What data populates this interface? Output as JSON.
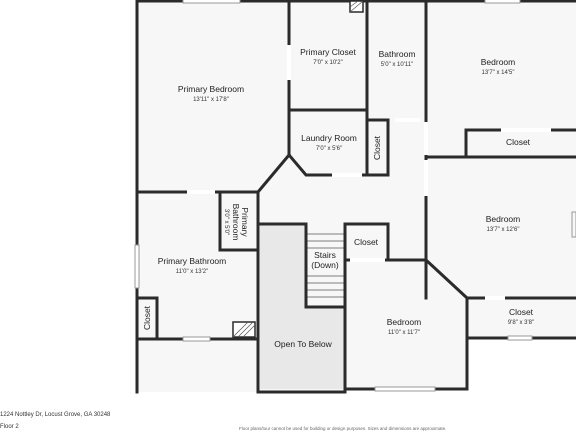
{
  "rooms": {
    "primary_bedroom": {
      "name": "Primary Bedroom",
      "dims": "13'11\" x 17'8\""
    },
    "primary_closet": {
      "name": "Primary Closet",
      "dims": "7'0\" x 10'2\""
    },
    "bathroom": {
      "name": "Bathroom",
      "dims": "5'0\" x 10'11\""
    },
    "bedroom_1": {
      "name": "Bedroom",
      "dims": "13'7\" x 14'5\""
    },
    "closet_1": {
      "name": "Closet"
    },
    "laundry_room": {
      "name": "Laundry Room",
      "dims": "7'0\" x 5'6\""
    },
    "closet_2": {
      "name": "Closet"
    },
    "primary_bathroom_small": {
      "name_line1": "Primary",
      "name_line2": "Bathroom",
      "dims": "3'0\" x 5'0\""
    },
    "bedroom_2": {
      "name": "Bedroom",
      "dims": "13'7\" x 12'6\""
    },
    "primary_bathroom": {
      "name": "Primary Bathroom",
      "dims": "11'0\" x 13'2\""
    },
    "stairs": {
      "name_line1": "Stairs",
      "name_line2": "(Down)"
    },
    "closet_3": {
      "name": "Closet"
    },
    "closet_4": {
      "name": "Closet",
      "dims": "9'8\" x 3'8\""
    },
    "closet_5": {
      "name": "Closet"
    },
    "open_to_below": {
      "name": "Open To Below"
    },
    "bedroom_3": {
      "name": "Bedroom",
      "dims": "11'0\" x 11'7\""
    }
  },
  "footer": {
    "address": "1224 Nottley Dr, Locust Grove, GA 30248",
    "floor": "Floor 2",
    "disclaimer": "Floor plans/tour cannot be used for building or design purposes. Sizes and dimensions are approximate."
  },
  "colors": {
    "wall": "#2b2b2b",
    "floor_fill": "#f7f7f7",
    "open_fill": "#e8e8e8"
  }
}
